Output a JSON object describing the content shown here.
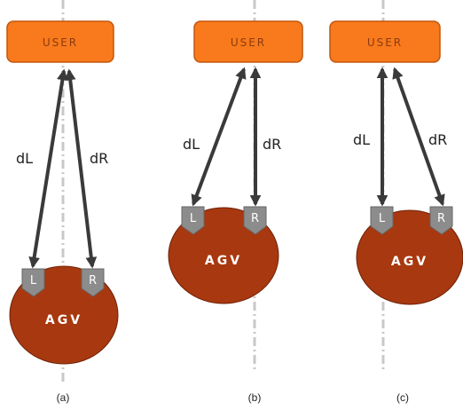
{
  "panels": [
    {
      "id": "a",
      "caption": "(a)",
      "user_label": "USER",
      "agv_label": "AGV",
      "left_sensor": "L",
      "right_sensor": "R",
      "left_distance": "dL",
      "right_distance": "dR"
    },
    {
      "id": "b",
      "caption": "(b)",
      "user_label": "USER",
      "agv_label": "AGV",
      "left_sensor": "L",
      "right_sensor": "R",
      "left_distance": "dL",
      "right_distance": "dR"
    },
    {
      "id": "c",
      "caption": "(c)",
      "user_label": "USER",
      "agv_label": "AGV",
      "left_sensor": "L",
      "right_sensor": "R",
      "left_distance": "dL",
      "right_distance": "dR"
    }
  ],
  "colors": {
    "user_box": "#f97a1c",
    "user_border": "#c2560d",
    "agv_body": "#a8380f",
    "agv_border": "#6e2208",
    "sensor": "#8c8c8c",
    "arrow": "#3a3a3a",
    "centerline": "#c8c8c8"
  }
}
